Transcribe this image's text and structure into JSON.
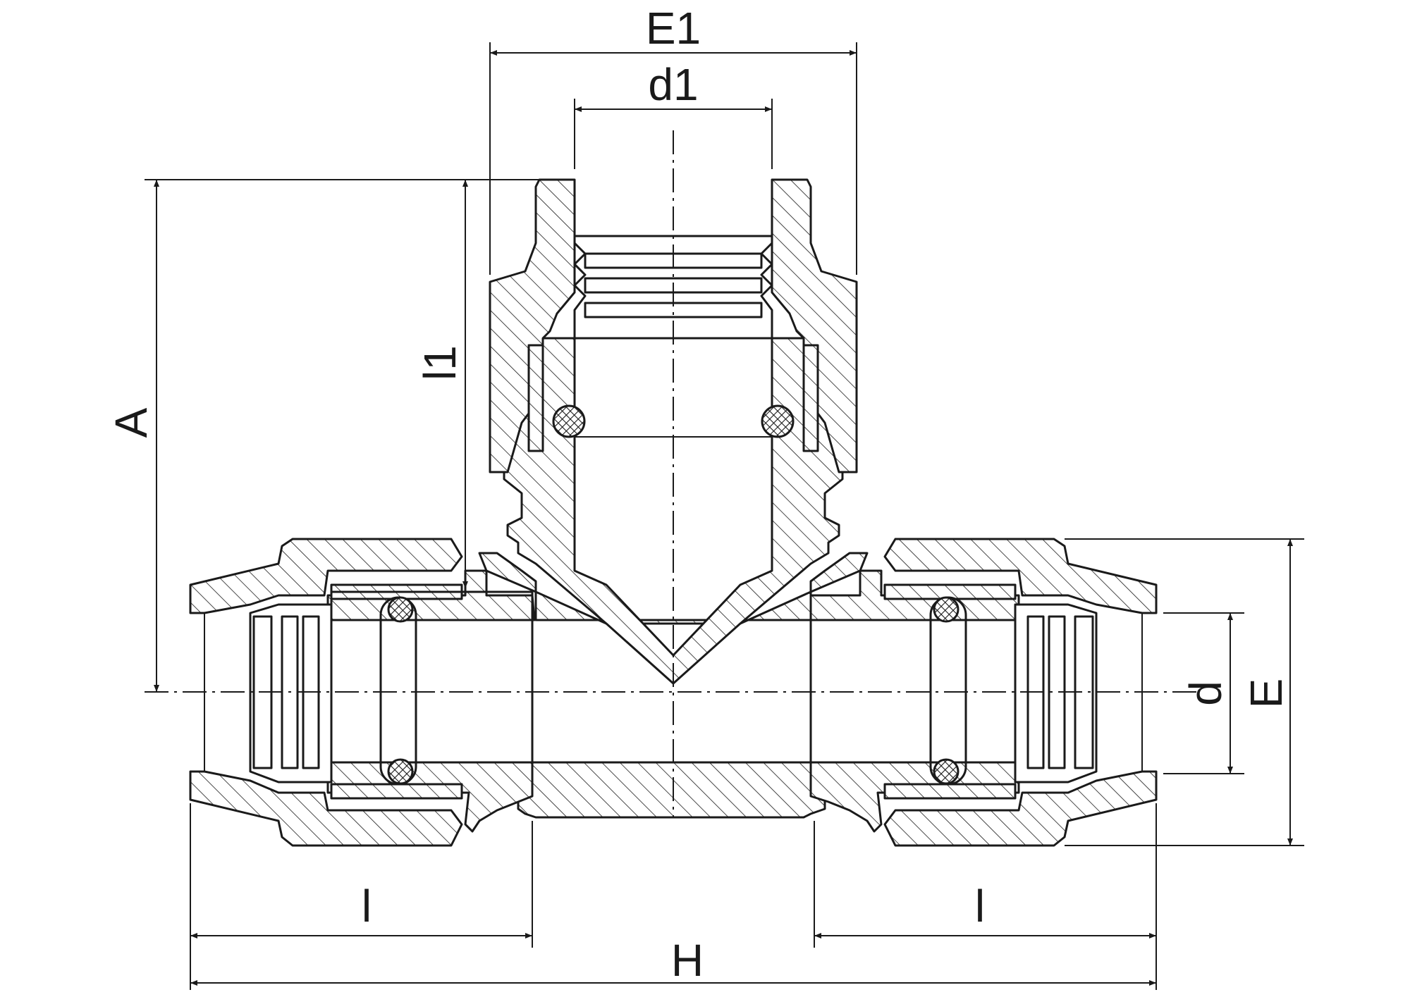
{
  "dimensions": {
    "E1": "E1",
    "d1": "d1",
    "A": "A",
    "l1": "l1",
    "d": "d",
    "E": "E",
    "l_left": "l",
    "l_right": "l",
    "H": "H"
  },
  "colors": {
    "line": "#1a1a1a",
    "background": "#ffffff"
  }
}
